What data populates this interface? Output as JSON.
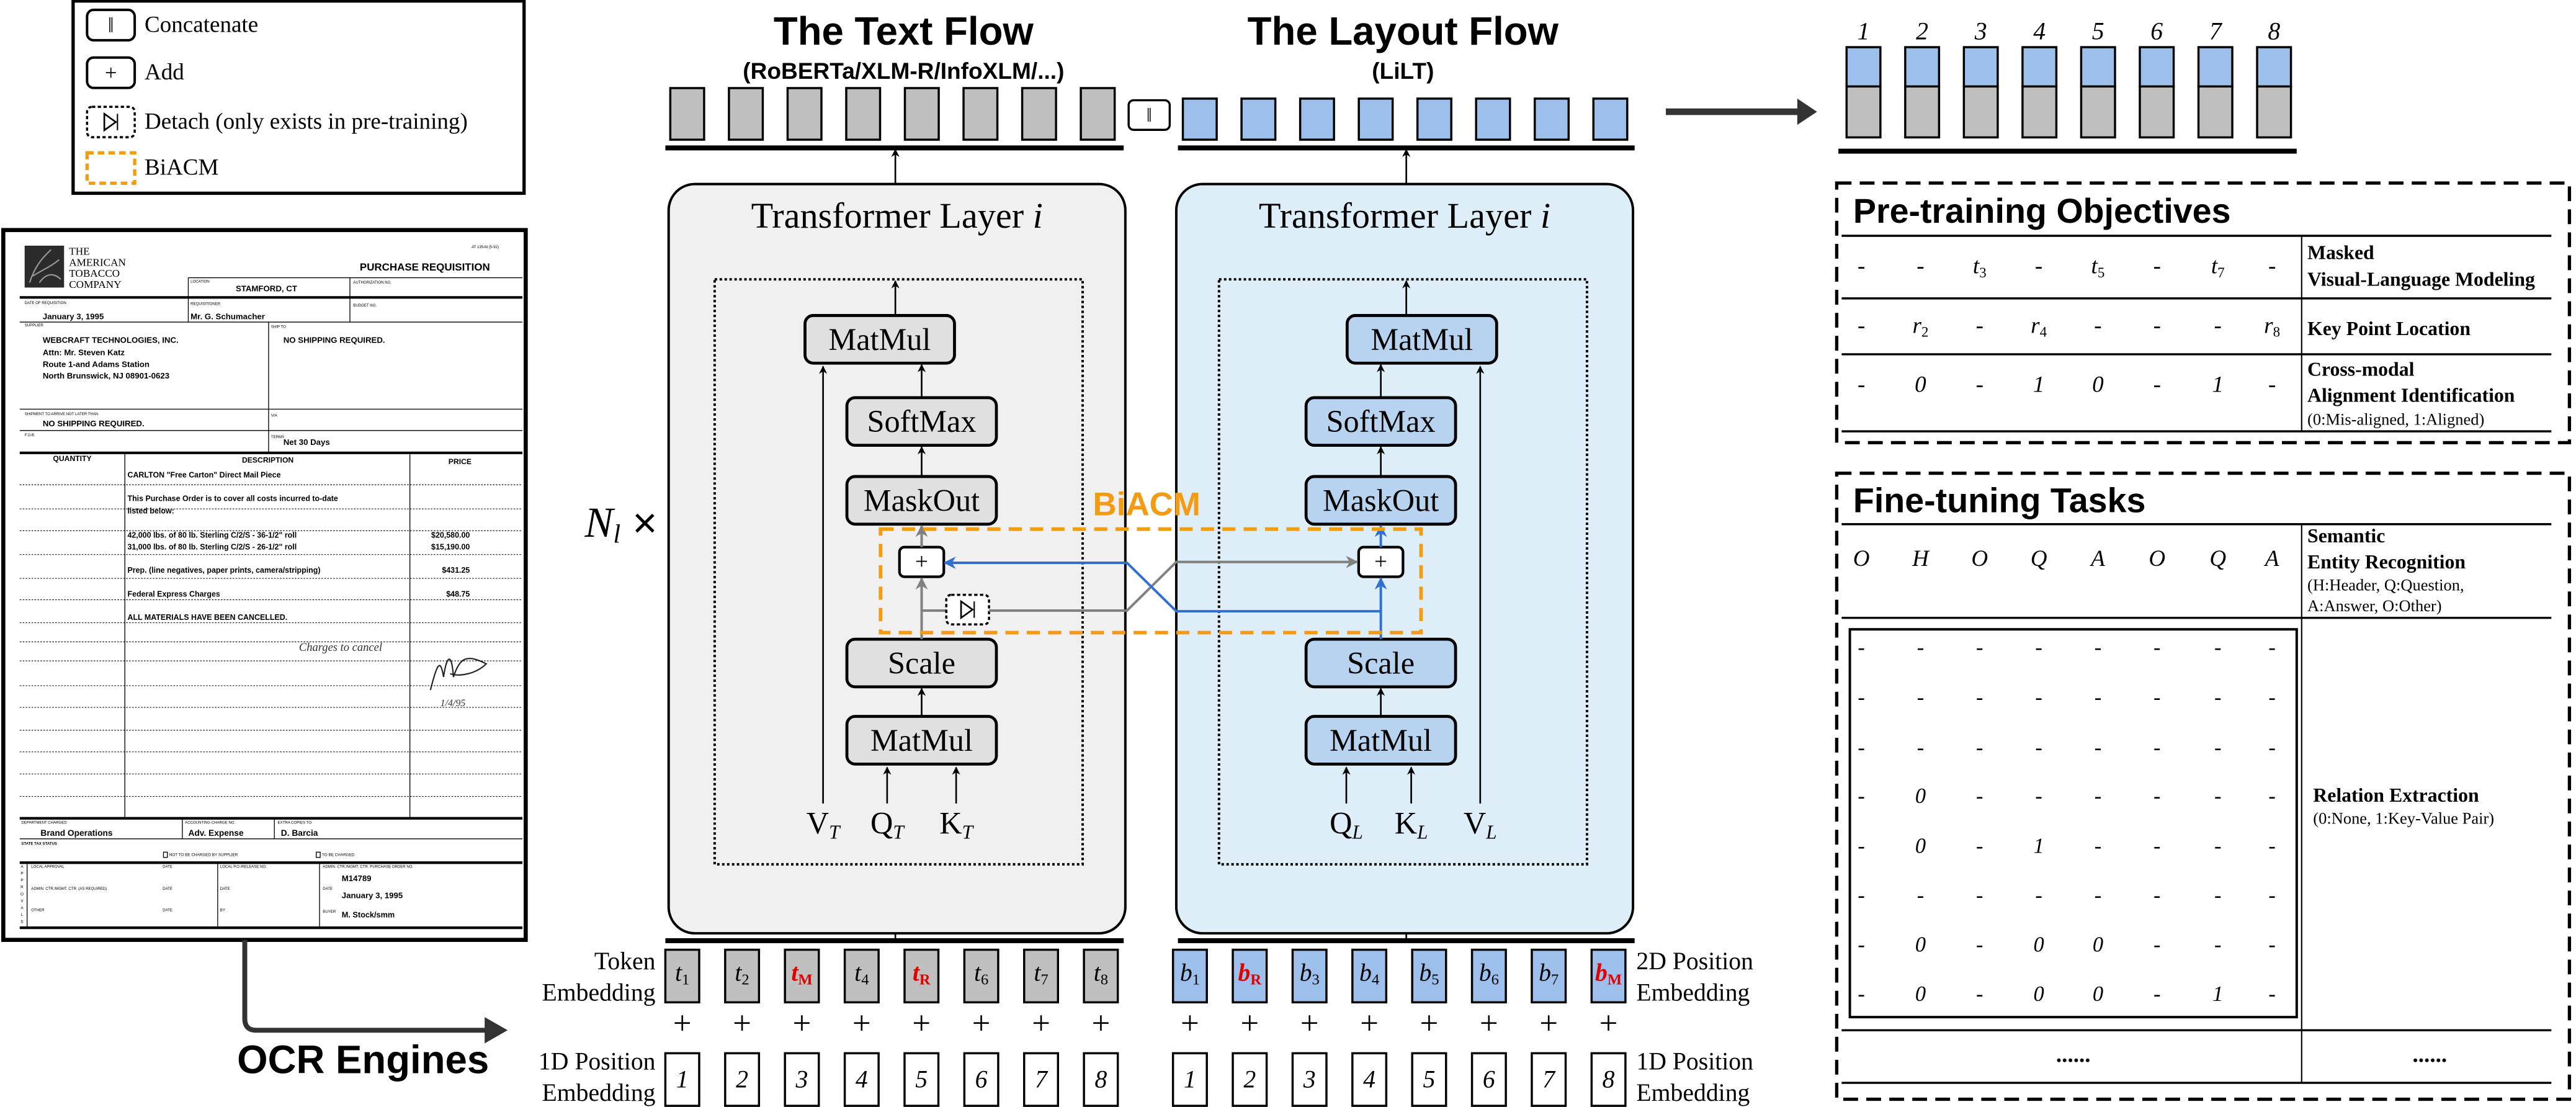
{
  "colors": {
    "token_gray": "#bfbfbf",
    "layout_blue": "#9dbfec",
    "text_layer_bg": "#f0f0f0",
    "layout_layer_bg": "#ddeef9",
    "text_block": "#e0e0e0",
    "layout_block": "#b8d3f0",
    "biacm_orange": "#f39c12",
    "cross_blue": "#2f6fd0",
    "cross_gray": "#808080",
    "masked_red": "#e00000"
  },
  "legend": {
    "items": [
      {
        "icon": "concatenate-icon",
        "symbol": "‖",
        "label": "Concatenate"
      },
      {
        "icon": "add-icon",
        "symbol": "+",
        "label": "Add"
      },
      {
        "icon": "detach-icon",
        "symbol": "",
        "label": "Detach (only exists in pre-training)"
      },
      {
        "icon": "biacm-box-icon",
        "symbol": "",
        "label": "BiACM"
      }
    ]
  },
  "document": {
    "company": [
      "THE",
      "AMERICAN",
      "TOBACCO",
      "COMPANY"
    ],
    "form_no": "AT 135-M (5-92)",
    "title": "PURCHASE REQUISITION",
    "location_label": "LOCATION",
    "location": "STAMFORD, CT",
    "authorization_label": "AUTHORIZATION NO.",
    "date_label": "DATE OF REQUISITION",
    "date": "January 3, 1995",
    "requisitioner_label": "REQUISITIONER",
    "requisitioner": "Mr. G. Schumacher",
    "budget_label": "BUDGET NO.",
    "supplier_label": "SUPPLIER",
    "supplier_lines": [
      "WEBCRAFT TECHNOLOGIES, INC.",
      "Attn: Mr. Steven Katz",
      "Route 1-and Adams Station",
      "North Brunswick, NJ 08901-0623"
    ],
    "ship_to_label": "SHIP TO",
    "ship_to": "NO SHIPPING REQUIRED.",
    "shipment_label": "SHIPMENT TO ARRIVE NOT LATER THAN",
    "shipment": "NO SHIPPING REQUIRED.",
    "via_label": "VIA",
    "fob_label": "F.O.B.",
    "terms_label": "TERMS",
    "terms": "Net 30 Days",
    "col_quantity": "QUANTITY",
    "col_description": "DESCRIPTION",
    "col_price": "PRICE",
    "items": [
      {
        "desc": "CARLTON \"Free Carton\" Direct Mail Piece",
        "price": ""
      },
      {
        "desc": "This Purchase Order is to cover all costs incurred to-date",
        "price": ""
      },
      {
        "desc": "listed below:",
        "price": ""
      },
      {
        "desc": "42,000 lbs. of 80 lb. Sterling C/2/S - 36-1/2\" roll",
        "price": "$20,580.00"
      },
      {
        "desc": "31,000 lbs. of 80 lb. Sterling C/2/S - 26-1/2\" roll",
        "price": "$15,190.00"
      },
      {
        "desc": "Prep. (line negatives, paper prints, camera/stripping)",
        "price": "$431.25"
      },
      {
        "desc": "Federal Express Charges",
        "price": "$48.75"
      },
      {
        "desc": "ALL MATERIALS HAVE BEEN CANCELLED.",
        "price": ""
      }
    ],
    "handwritten_note": "Charges to cancel",
    "handwritten_date": "1/4/95",
    "dept_label": "DEPARTMENT CHARGED",
    "dept": "Brand Operations",
    "acct_label": "ACCOUNTING CHARGE NO.",
    "acct": "Adv. Expense",
    "copies_label": "EXTRA COPIES TO:",
    "copies": "D. Barcia",
    "tax_label": "STATE TAX STATUS",
    "tax_not_charged": "NOT TO BE CHARGED BY SUPPLIER",
    "tax_charged": "TO BE CHARGED",
    "approvals_letters": [
      "A",
      "P",
      "P",
      "R",
      "O",
      "V",
      "A",
      "L",
      "S"
    ],
    "local_approval_label": "LOCAL APPROVAL",
    "admin_label": "ADMIN. CTR./MGMT. CTR. (AS REQUIRED)",
    "other_label": "OTHER",
    "date_small": "DATE",
    "release_label": "LOCAL P.O./RELEASE NO.",
    "po_label": "ADMIN. CTR./MGMT. CTR. PURCHASE ORDER NO.",
    "po": "M14789",
    "po_date": "January 3, 1995",
    "by_label": "BY",
    "buyer_label": "BUYER",
    "buyer": "M. Stock/smm"
  },
  "ocr_label": "OCR Engines",
  "text_flow": {
    "title": "The Text Flow",
    "subtitle": "(RoBERTa/XLM-R/InfoXLM/...)",
    "layer_title": "Transformer Layer ",
    "layer_index": "i",
    "blocks": {
      "matmul_top": "MatMul",
      "softmax": "SoftMax",
      "maskout": "MaskOut",
      "scale": "Scale",
      "matmul_bottom": "MatMul"
    },
    "inputs": [
      {
        "main": "V",
        "sub": "T"
      },
      {
        "main": "Q",
        "sub": "T"
      },
      {
        "main": "K",
        "sub": "T"
      }
    ]
  },
  "layout_flow": {
    "title": "The Layout Flow",
    "subtitle": "(LiLT)",
    "layer_title": "Transformer Layer ",
    "layer_index": "i",
    "blocks": {
      "matmul_top": "MatMul",
      "softmax": "SoftMax",
      "maskout": "MaskOut",
      "scale": "Scale",
      "matmul_bottom": "MatMul"
    },
    "inputs": [
      {
        "main": "Q",
        "sub": "L"
      },
      {
        "main": "K",
        "sub": "L"
      },
      {
        "main": "V",
        "sub": "L"
      }
    ]
  },
  "concat_symbol": "‖",
  "add_symbol": "+",
  "biacm_label": "BiACM",
  "layer_repeat": {
    "main": "N",
    "sub": "l",
    "suffix": " ×"
  },
  "embeddings": {
    "token_label": [
      "Token",
      "Embedding"
    ],
    "tokens": [
      {
        "main": "t",
        "sub": "1",
        "masked": false
      },
      {
        "main": "t",
        "sub": "2",
        "masked": false
      },
      {
        "main": "t",
        "sub": "M",
        "masked": true
      },
      {
        "main": "t",
        "sub": "4",
        "masked": false
      },
      {
        "main": "t",
        "sub": "R",
        "masked": true
      },
      {
        "main": "t",
        "sub": "6",
        "masked": false
      },
      {
        "main": "t",
        "sub": "7",
        "masked": false
      },
      {
        "main": "t",
        "sub": "8",
        "masked": false
      }
    ],
    "layout_label": [
      "2D Position",
      "Embedding"
    ],
    "boxes": [
      {
        "main": "b",
        "sub": "1",
        "masked": false
      },
      {
        "main": "b",
        "sub": "R",
        "masked": true
      },
      {
        "main": "b",
        "sub": "3",
        "masked": false
      },
      {
        "main": "b",
        "sub": "4",
        "masked": false
      },
      {
        "main": "b",
        "sub": "5",
        "masked": false
      },
      {
        "main": "b",
        "sub": "6",
        "masked": false
      },
      {
        "main": "b",
        "sub": "7",
        "masked": false
      },
      {
        "main": "b",
        "sub": "M",
        "masked": true
      }
    ],
    "pos1d_label": [
      "1D Position",
      "Embedding"
    ],
    "positions": [
      "1",
      "2",
      "3",
      "4",
      "5",
      "6",
      "7",
      "8"
    ],
    "plus": "+"
  },
  "output_positions": [
    "1",
    "2",
    "3",
    "4",
    "5",
    "6",
    "7",
    "8"
  ],
  "pretraining": {
    "title": "Pre-training Objectives",
    "rows": [
      {
        "cells": [
          {
            "v": "-"
          },
          {
            "v": "-"
          },
          {
            "v": "t",
            "sub": "3"
          },
          {
            "v": "-"
          },
          {
            "v": "t",
            "sub": "5"
          },
          {
            "v": "-"
          },
          {
            "v": "t",
            "sub": "7"
          },
          {
            "v": "-"
          }
        ],
        "label": [
          "Masked",
          "Visual-Language Modeling"
        ],
        "note": ""
      },
      {
        "cells": [
          {
            "v": "-"
          },
          {
            "v": "r",
            "sub": "2"
          },
          {
            "v": "-"
          },
          {
            "v": "r",
            "sub": "4"
          },
          {
            "v": "-"
          },
          {
            "v": "-"
          },
          {
            "v": "-"
          },
          {
            "v": "r",
            "sub": "8"
          }
        ],
        "label": [
          "Key Point Location"
        ],
        "note": ""
      },
      {
        "cells": [
          {
            "v": "-"
          },
          {
            "v": "0"
          },
          {
            "v": "-"
          },
          {
            "v": "1"
          },
          {
            "v": "0"
          },
          {
            "v": "-"
          },
          {
            "v": "1"
          },
          {
            "v": "-"
          }
        ],
        "label": [
          "Cross-modal",
          "Alignment Identification"
        ],
        "note": "(0:Mis-aligned, 1:Aligned)"
      }
    ]
  },
  "finetuning": {
    "title": "Fine-tuning Tasks",
    "ser": {
      "cells": [
        "O",
        "H",
        "O",
        "Q",
        "A",
        "O",
        "Q",
        "A"
      ],
      "label": [
        "Semantic",
        "Entity Recognition"
      ],
      "note": [
        "(H:Header, Q:Question,",
        " A:Answer, O:Other)"
      ]
    },
    "re": {
      "matrix": [
        [
          "-",
          "-",
          "-",
          "-",
          "-",
          "-",
          "-",
          "-"
        ],
        [
          "-",
          "-",
          "-",
          "-",
          "-",
          "-",
          "-",
          "-"
        ],
        [
          "-",
          "-",
          "-",
          "-",
          "-",
          "-",
          "-",
          "-"
        ],
        [
          "-",
          "0",
          "-",
          "-",
          "-",
          "-",
          "-",
          "-"
        ],
        [
          "-",
          "0",
          "-",
          "1",
          "-",
          "-",
          "-",
          "-"
        ],
        [
          "-",
          "-",
          "-",
          "-",
          "-",
          "-",
          "-",
          "-"
        ],
        [
          "-",
          "0",
          "-",
          "0",
          "0",
          "-",
          "-",
          "-"
        ],
        [
          "-",
          "0",
          "-",
          "0",
          "0",
          "-",
          "1",
          "-"
        ]
      ],
      "label": "Relation Extraction",
      "note": "(0:None, 1:Key-Value Pair)"
    },
    "ellipsis": [
      "......",
      "......"
    ]
  }
}
